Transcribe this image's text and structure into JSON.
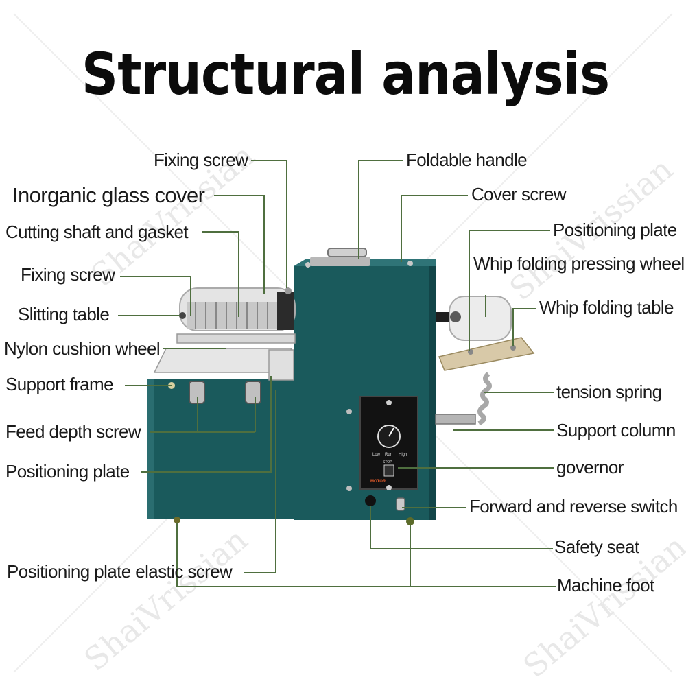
{
  "title": "Structural analysis",
  "watermark": "ShaiVrissian",
  "colors": {
    "machine_body": "#1a5a5c",
    "machine_dark": "#123f42",
    "leader_line": "#4f6f3f",
    "label_text": "#1a1a1a"
  },
  "labels": {
    "fixing_screw_top": "Fixing screw",
    "inorganic_glass_cover": "Inorganic glass cover",
    "cutting_shaft_and_gasket": "Cutting shaft and gasket",
    "fixing_screw_left": "Fixing screw",
    "slitting_table": "Slitting table",
    "nylon_cushion_wheel": "Nylon cushion wheel",
    "support_frame": "Support frame",
    "feed_depth_screw": "Feed depth screw",
    "positioning_plate_left": "Positioning plate",
    "positioning_plate_elastic_screw": "Positioning plate elastic screw",
    "foldable_handle": "Foldable handle",
    "cover_screw": "Cover screw",
    "positioning_plate_right": "Positioning plate",
    "whip_folding_pressing_wheel": "Whip folding pressing wheel",
    "whip_folding_table": "Whip folding table",
    "tension_spring": "tension spring",
    "support_column": "Support column",
    "governor": "governor",
    "forward_and_reverse_switch": "Forward and reverse switch",
    "safety_seat": "Safety seat",
    "machine_foot": "Machine foot"
  },
  "panel": {
    "brand": "MOTOR",
    "stop_label": "STOP",
    "run_label": "Run",
    "slow_label": "Low",
    "fast_label": "High"
  }
}
